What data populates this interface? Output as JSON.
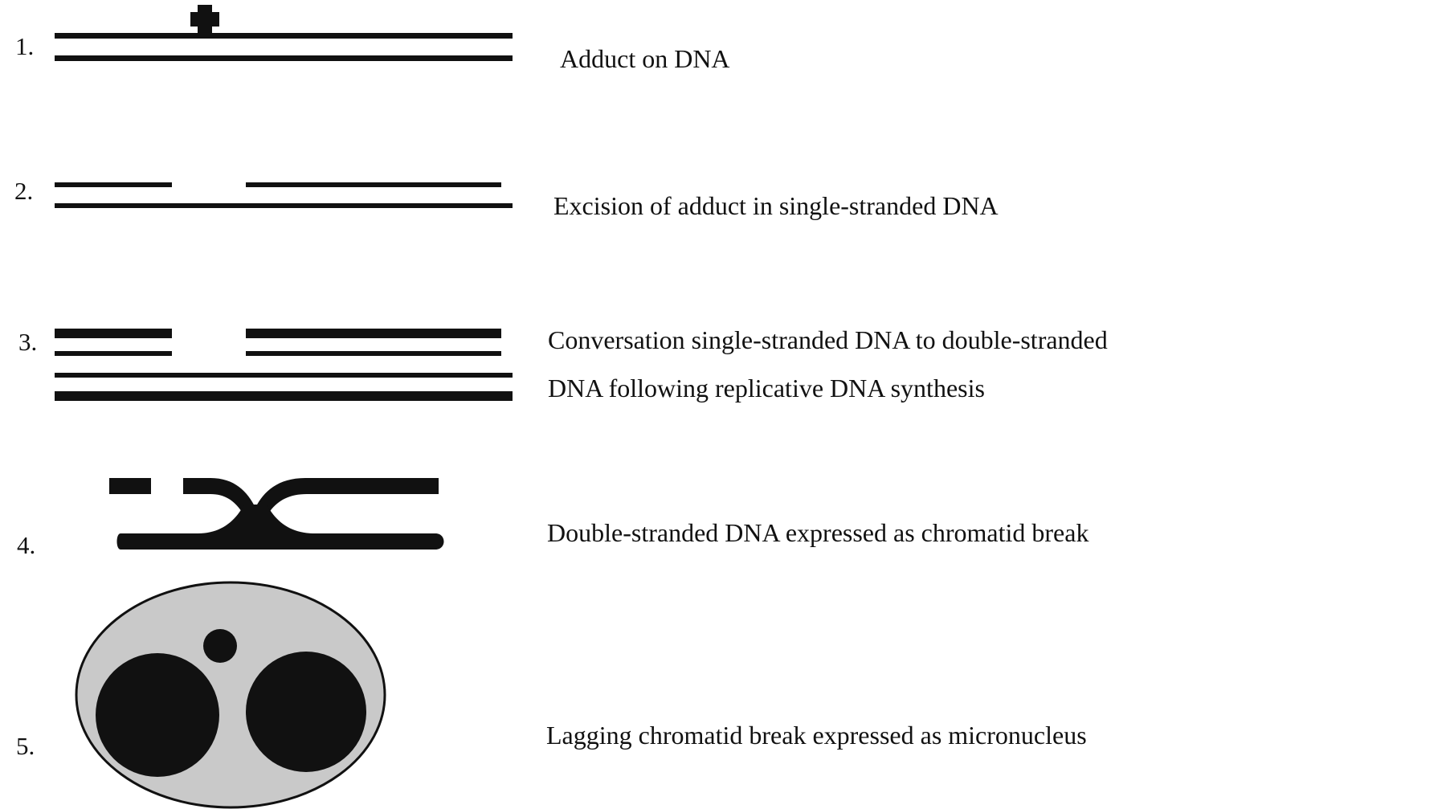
{
  "steps": [
    {
      "number": "1.",
      "caption": [
        "Adduct on DNA"
      ]
    },
    {
      "number": "2.",
      "caption": [
        "Excision of adduct in single-stranded DNA"
      ]
    },
    {
      "number": "3.",
      "caption": [
        "Conversation single-stranded DNA to double-stranded",
        "DNA following replicative DNA synthesis"
      ]
    },
    {
      "number": "4.",
      "caption": [
        "Double-stranded DNA expressed as chromatid break"
      ]
    },
    {
      "number": "5.",
      "caption": [
        "Lagging chromatid break expressed as micronucleus"
      ]
    }
  ],
  "colors": {
    "ink": "#111111",
    "cytoplasm": "#c9c9c9",
    "background": "#ffffff"
  }
}
